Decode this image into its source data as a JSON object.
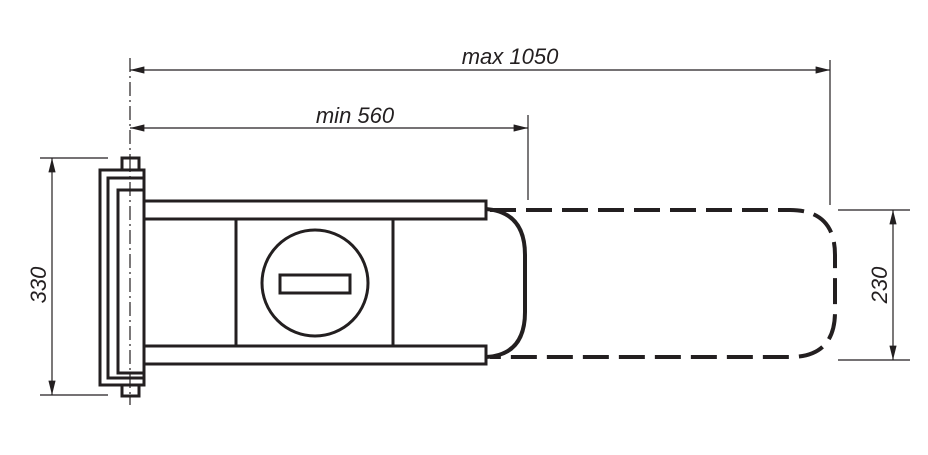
{
  "dimensions": {
    "max_length": "max 1050",
    "min_length": "min 560",
    "bracket_height": "330",
    "arm_height": "230"
  },
  "colors": {
    "ink": "#231f20",
    "background": "#ffffff"
  }
}
